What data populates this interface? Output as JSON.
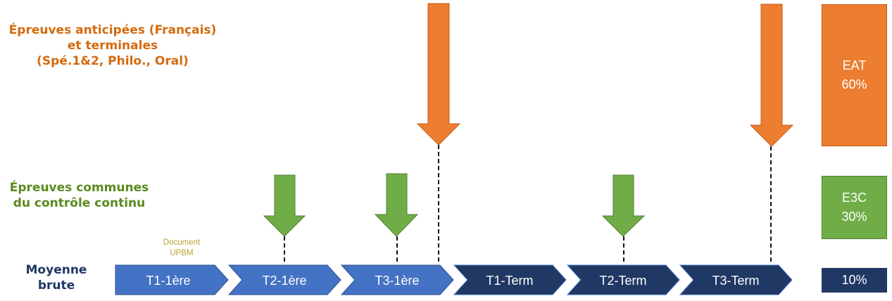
{
  "labels": {
    "eat": [
      "Épreuves anticipées (Français)",
      "et terminales",
      "(Spé.1&2,  Philo., Oral)"
    ],
    "e3c": [
      "Épreuves communes",
      "du contrôle continu"
    ],
    "moyenne": [
      "Moyenne",
      "brute"
    ]
  },
  "document_note": [
    "Document",
    "UPBM"
  ],
  "timeline": [
    {
      "label": "T1-1ère",
      "color": "#4472c4"
    },
    {
      "label": "T2-1ère",
      "color": "#4472c4"
    },
    {
      "label": "T3-1ère",
      "color": "#4472c4"
    },
    {
      "label": "T1-Term",
      "color": "#203864"
    },
    {
      "label": "T2-Term",
      "color": "#203864"
    },
    {
      "label": "T3-Term",
      "color": "#203864"
    }
  ],
  "boxes": {
    "eat": {
      "name": "EAT",
      "percent": "60%",
      "color": "#ed7d31"
    },
    "e3c": {
      "name": "E3C",
      "percent": "30%",
      "color": "#70ad47"
    },
    "moyenne": {
      "percent": "10%",
      "color": "#203864"
    }
  },
  "colors": {
    "orange": "#ed7d31",
    "green": "#70ad47",
    "light_blue": "#4472c4",
    "dark_blue": "#203864"
  }
}
